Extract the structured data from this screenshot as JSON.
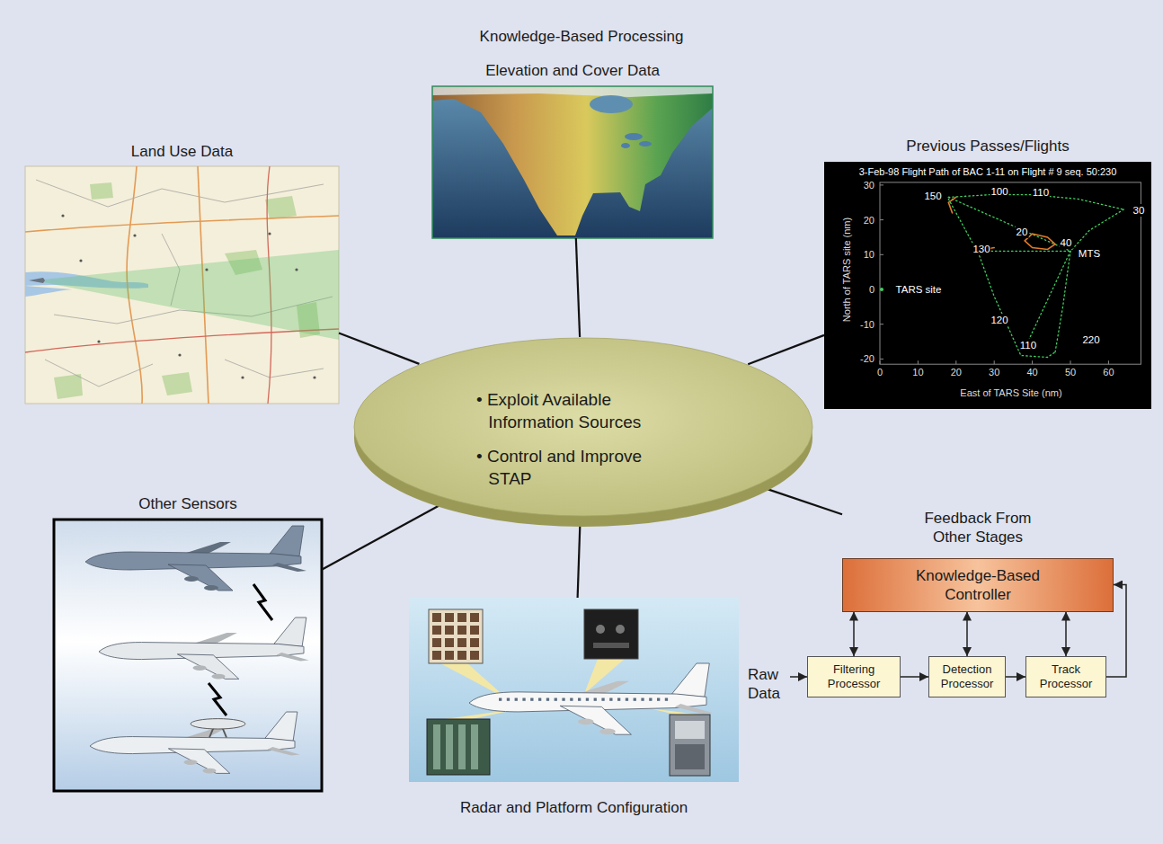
{
  "diagram": {
    "title": "Knowledge-Based Processing",
    "nodes": [
      {
        "text": [
          "Elevation and Cover Data"
        ]
      },
      {
        "text": [
          "Land Use Data"
        ]
      },
      {
        "text": [
          "Previous Passes/Flights"
        ]
      },
      {
        "text": [
          "• Exploit Available Information Sources",
          "• Control and Improve STAP"
        ]
      },
      {
        "text": [
          "Other Sensors"
        ]
      },
      {
        "text": [
          "Feedback From Other Stages",
          "Knowledge-Based Controller"
        ]
      },
      {
        "text": [
          "Filtering Processor"
        ]
      },
      {
        "text": [
          "Detection Processor"
        ]
      },
      {
        "text": [
          "Track Processor"
        ]
      },
      {
        "text": [
          "Radar and Platform Configuration"
        ]
      }
    ],
    "edges": [
      {
        "from": 3,
        "to": 0,
        "arrow": "none"
      },
      {
        "from": 3,
        "to": 1,
        "arrow": "none"
      },
      {
        "from": 3,
        "to": 2,
        "arrow": "none"
      },
      {
        "from": 3,
        "to": 4,
        "arrow": "none"
      },
      {
        "from": 3,
        "to": 5,
        "arrow": "none"
      },
      {
        "from": 3,
        "to": 9,
        "arrow": "none"
      },
      {
        "from": 5,
        "to": 6,
        "arrow": "both"
      },
      {
        "from": 5,
        "to": 7,
        "arrow": "both"
      },
      {
        "from": 5,
        "to": 8,
        "arrow": "both"
      },
      {
        "from": 6,
        "to": 7,
        "arrow": "to"
      },
      {
        "from": 7,
        "to": 8,
        "arrow": "to"
      },
      {
        "from": 8,
        "to": 5,
        "arrow": "to"
      }
    ],
    "labels": [
      "Raw Data",
      "3-Feb-98 Flight Path of BAC 1-11 on Flight # 9 seq. 50:230",
      "North of TARS site (nm)",
      "East of TARS Site (nm)",
      "30",
      "20",
      "10",
      "0",
      "-10",
      "-20",
      "0",
      "10",
      "20",
      "30",
      "40",
      "50",
      "60",
      "150",
      "100",
      "110",
      "30",
      "20",
      "40",
      "MTS",
      "130",
      "TARS site",
      "120",
      "110",
      "220"
    ]
  }
}
